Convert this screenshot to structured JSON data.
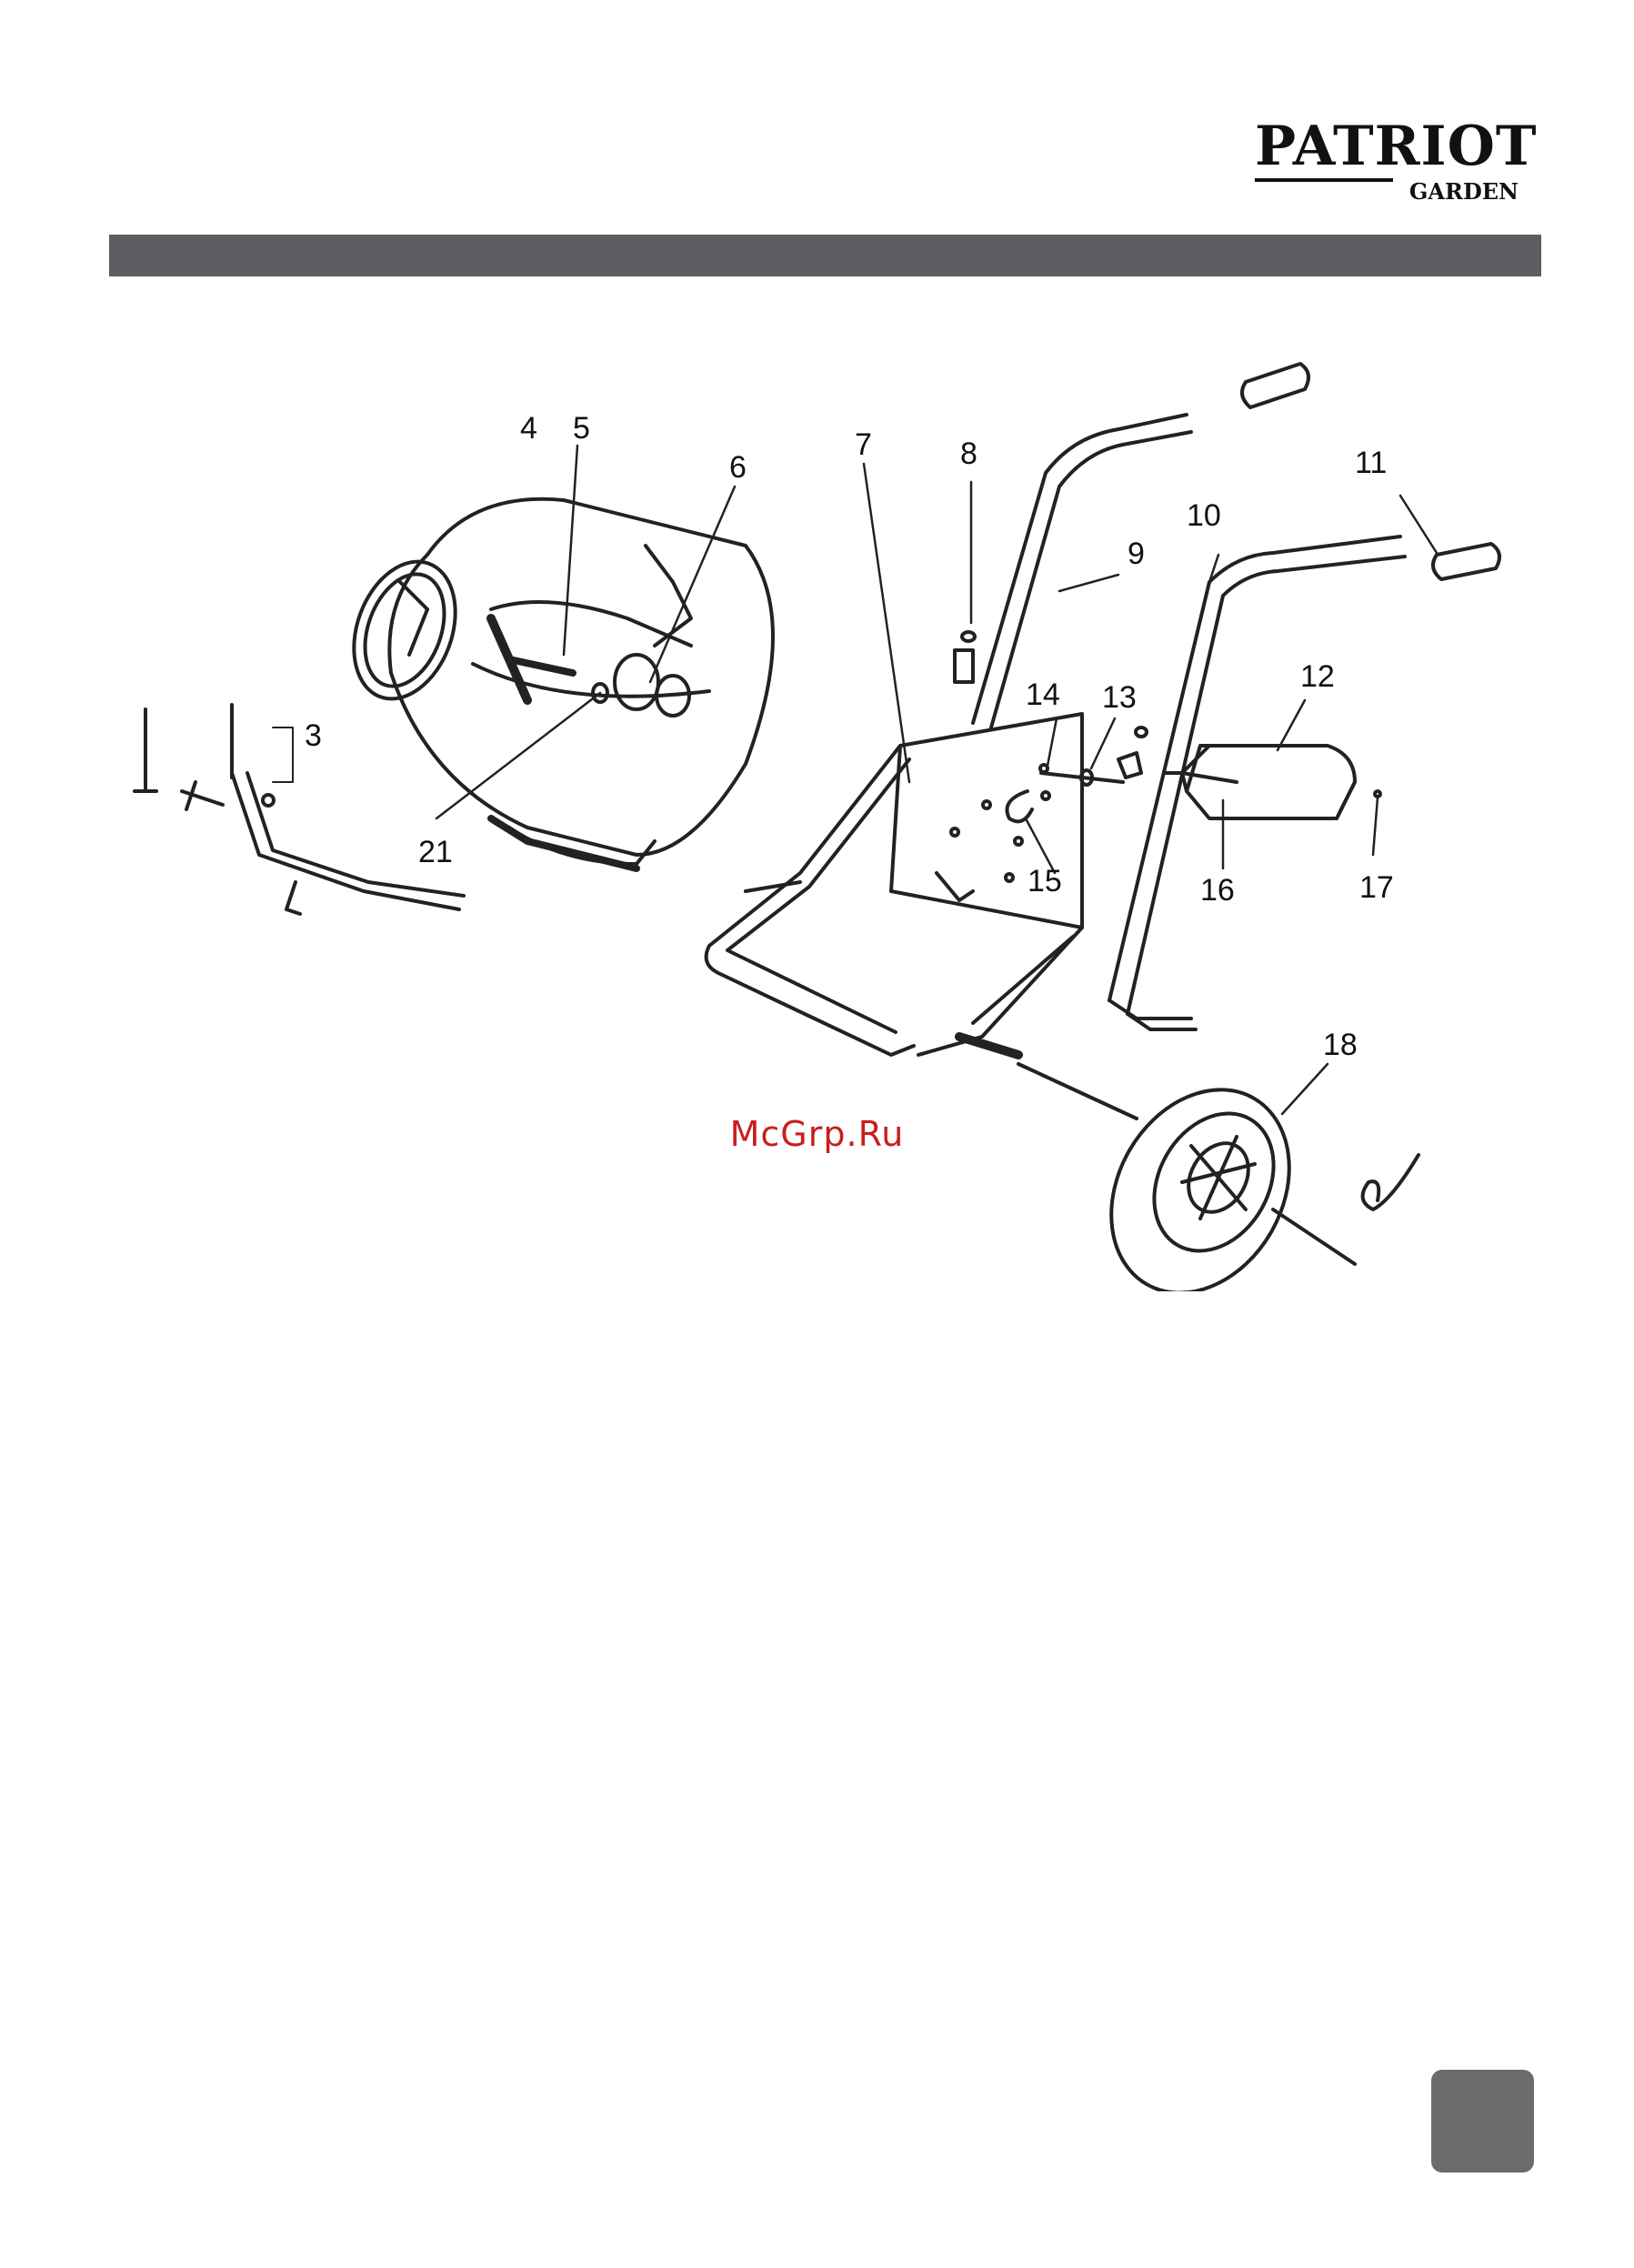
{
  "logo": {
    "brand": "PATRIOT",
    "sub": "GARDEN"
  },
  "watermark": "McGrp.Ru",
  "diagram": {
    "callouts": [
      "3",
      "4",
      "5",
      "6",
      "7",
      "8",
      "9",
      "10",
      "11",
      "12",
      "13",
      "14",
      "15",
      "16",
      "17",
      "18",
      "21"
    ]
  },
  "colors": {
    "header_bar": "#5d5e62",
    "page_tab": "#6b6b6e",
    "watermark": "#c81e1e"
  }
}
